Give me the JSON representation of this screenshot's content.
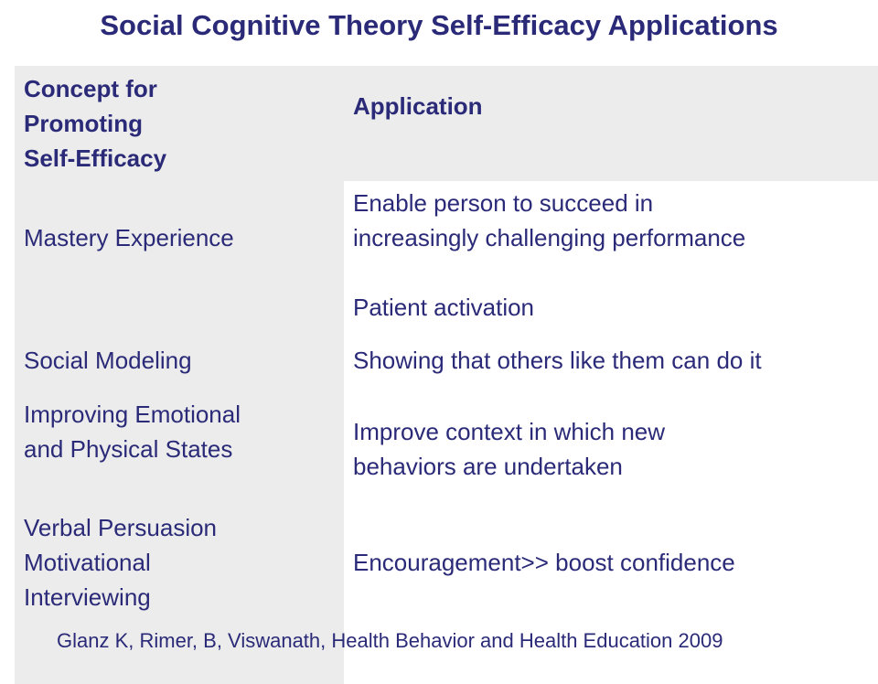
{
  "slide": {
    "title": "Social Cognitive Theory Self-Efficacy Applications",
    "footer": "Glanz K, Rimer, B, Viswanath, Health Behavior and Health Education 2009"
  },
  "table": {
    "headers": {
      "concept": "Concept for\nPromoting\nSelf-Efficacy",
      "application": "Application"
    },
    "rows": [
      {
        "concept": "Mastery Experience",
        "application": "Enable person to succeed in\nincreasingly challenging performance\n\nPatient activation"
      },
      {
        "concept": "Social Modeling",
        "application": "Showing that others like them can do it"
      },
      {
        "concept": "Improving Emotional\nand Physical States",
        "application": "Improve context in which new\nbehaviors are undertaken"
      },
      {
        "concept": "Verbal Persuasion\nMotivational\nInterviewing",
        "application": "Encouragement>> boost confidence"
      }
    ]
  },
  "colors": {
    "text": "#2a2a78",
    "shade": "#ececec",
    "background": "#ffffff"
  }
}
